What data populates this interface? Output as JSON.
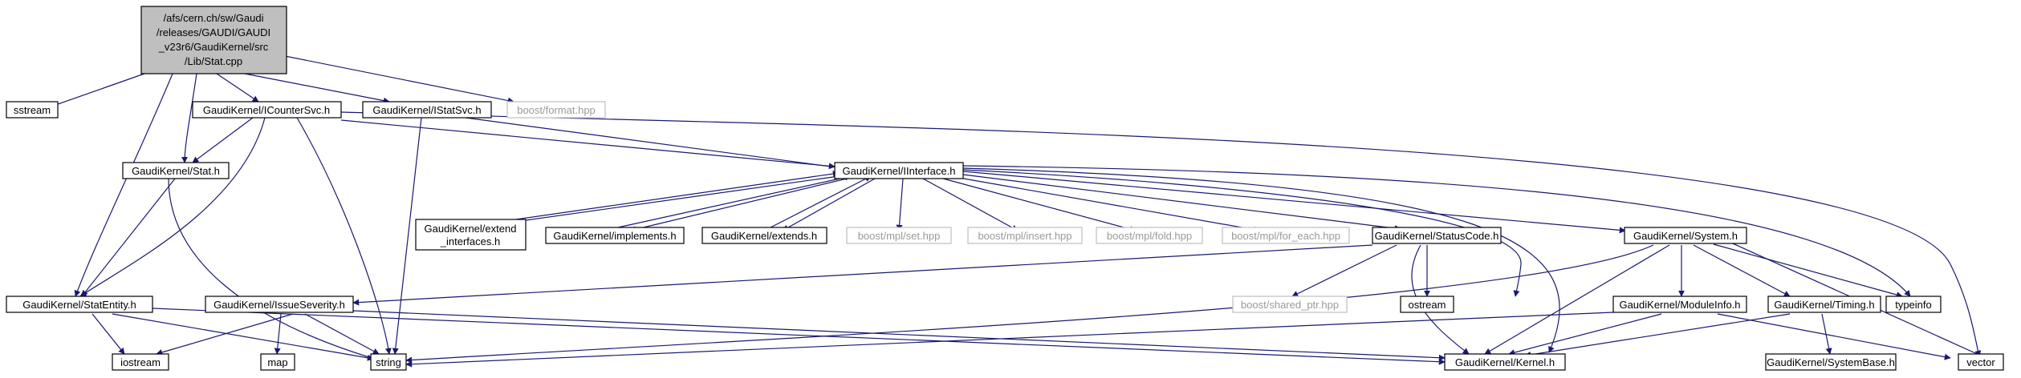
{
  "diagram": {
    "root_label_lines": [
      "/afs/cern.ch/sw/Gaudi",
      "/releases/GAUDI/GAUDI",
      "_v23r6/GaudiKernel/src",
      "/Lib/Stat.cpp"
    ],
    "nodes": {
      "sstream": "sstream",
      "stat_entity": "GaudiKernel/StatEntity.h",
      "stat_h": "GaudiKernel/Stat.h",
      "icounter": "GaudiKernel/ICounterSvc.h",
      "istatsvc": "GaudiKernel/IStatSvc.h",
      "boost_format": "boost/format.hpp",
      "iinterface": "GaudiKernel/IInterface.h",
      "extend_interfaces_lines": [
        "GaudiKernel/extend",
        "_interfaces.h"
      ],
      "implements": "GaudiKernel/implements.h",
      "extends": "GaudiKernel/extends.h",
      "mpl_set": "boost/mpl/set.hpp",
      "mpl_insert": "boost/mpl/insert.hpp",
      "mpl_fold": "boost/mpl/fold.hpp",
      "mpl_for_each": "boost/mpl/for_each.hpp",
      "status_code": "GaudiKernel/StatusCode.h",
      "system_h": "GaudiKernel/System.h",
      "issue_severity": "GaudiKernel/IssueSeverity.h",
      "shared_ptr": "boost/shared_ptr.hpp",
      "ostream": "ostream",
      "module_info": "GaudiKernel/ModuleInfo.h",
      "timing": "GaudiKernel/Timing.h",
      "typeinfo": "typeinfo",
      "iostream": "iostream",
      "map": "map",
      "string": "string",
      "kernel": "GaudiKernel/Kernel.h",
      "system_base": "GaudiKernel/SystemBase.h",
      "vector": "vector"
    },
    "edges": [
      [
        "root",
        "sstream"
      ],
      [
        "root",
        "stat_entity"
      ],
      [
        "root",
        "stat_h"
      ],
      [
        "root",
        "icounter"
      ],
      [
        "root",
        "istatsvc"
      ],
      [
        "root",
        "boost_format"
      ],
      [
        "stat_h",
        "stat_entity"
      ],
      [
        "stat_h",
        "string"
      ],
      [
        "icounter",
        "stat_h"
      ],
      [
        "icounter",
        "stat_entity"
      ],
      [
        "icounter",
        "string"
      ],
      [
        "icounter",
        "iinterface"
      ],
      [
        "icounter",
        "vector"
      ],
      [
        "istatsvc",
        "iinterface"
      ],
      [
        "istatsvc",
        "string"
      ],
      [
        "iinterface",
        "extend_interfaces"
      ],
      [
        "extend_interfaces",
        "iinterface"
      ],
      [
        "iinterface",
        "implements"
      ],
      [
        "implements",
        "iinterface"
      ],
      [
        "iinterface",
        "extends"
      ],
      [
        "extends",
        "iinterface"
      ],
      [
        "iinterface",
        "mpl_set"
      ],
      [
        "iinterface",
        "mpl_insert"
      ],
      [
        "iinterface",
        "mpl_fold"
      ],
      [
        "iinterface",
        "mpl_for_each"
      ],
      [
        "iinterface",
        "status_code"
      ],
      [
        "iinterface",
        "system_h"
      ],
      [
        "iinterface",
        "ostream"
      ],
      [
        "iinterface",
        "kernel"
      ],
      [
        "iinterface",
        "typeinfo"
      ],
      [
        "status_code",
        "issue_severity"
      ],
      [
        "status_code",
        "shared_ptr"
      ],
      [
        "status_code",
        "ostream"
      ],
      [
        "status_code",
        "kernel"
      ],
      [
        "system_h",
        "module_info"
      ],
      [
        "system_h",
        "timing"
      ],
      [
        "system_h",
        "typeinfo"
      ],
      [
        "system_h",
        "kernel"
      ],
      [
        "system_h",
        "string"
      ],
      [
        "system_h",
        "vector"
      ],
      [
        "stat_entity",
        "iostream"
      ],
      [
        "stat_entity",
        "string"
      ],
      [
        "stat_entity",
        "kernel"
      ],
      [
        "issue_severity",
        "iostream"
      ],
      [
        "issue_severity",
        "map"
      ],
      [
        "issue_severity",
        "string"
      ],
      [
        "issue_severity",
        "kernel"
      ],
      [
        "module_info",
        "kernel"
      ],
      [
        "module_info",
        "string"
      ],
      [
        "module_info",
        "vector"
      ],
      [
        "timing",
        "kernel"
      ],
      [
        "timing",
        "system_base"
      ]
    ]
  }
}
